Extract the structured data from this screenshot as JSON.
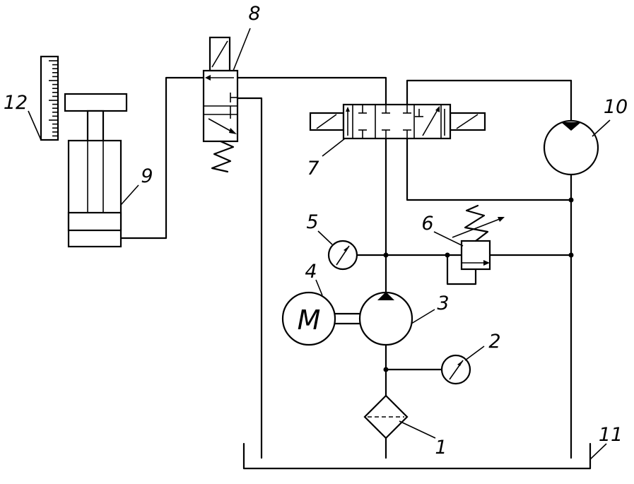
{
  "labels": {
    "l1": "1",
    "l2": "2",
    "l3": "3",
    "l4": "4",
    "l5": "5",
    "l6": "6",
    "l7": "7",
    "l8": "8",
    "l9": "9",
    "l10": "10",
    "l11": "11",
    "l12": "12"
  },
  "motor_letter": "M",
  "colors": {
    "line": "#000000",
    "background": "#ffffff"
  },
  "icons": [
    "filter-icon",
    "pressure-gauge-icon",
    "pump-icon",
    "electric-motor-icon",
    "relief-valve-icon",
    "directional-valve-icon",
    "solenoid-valve-icon",
    "hydraulic-cylinder-icon",
    "hydraulic-motor-icon",
    "tank-icon",
    "measuring-scale-icon"
  ]
}
